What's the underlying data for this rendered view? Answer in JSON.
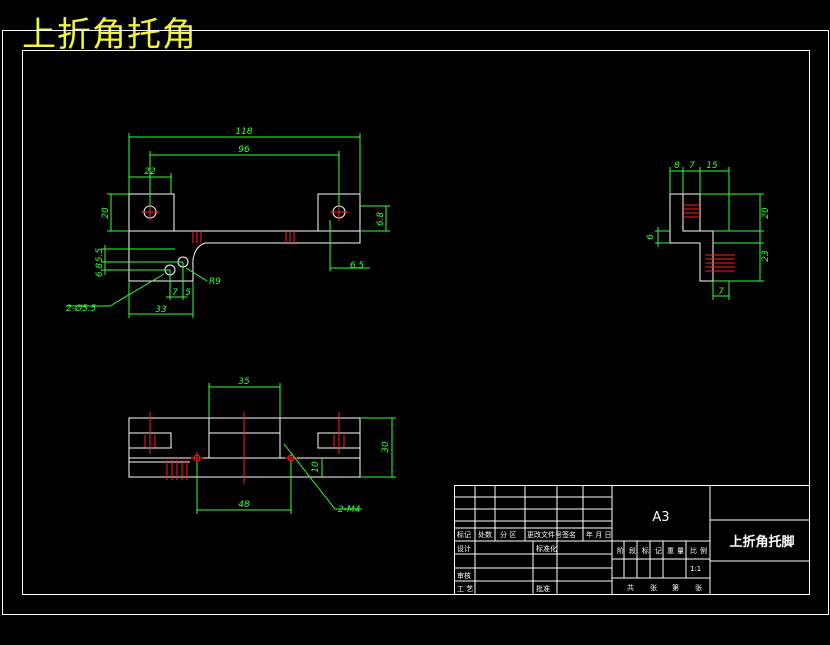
{
  "drawing_title": "上折角托角",
  "front_view": {
    "dims": {
      "overall_width": "118",
      "hole_spacing": "96",
      "hole_offset": "22",
      "height_20": "20",
      "height_6_8": "6.8",
      "width_6_5": "6.5",
      "slot_5_5": "5.5",
      "slot_6_8": "6.8",
      "seven": "7",
      "five": "5",
      "radius": "R9",
      "holes": "2-Ø5.5",
      "slot_from_edge": "33"
    }
  },
  "side_view": {
    "dims": {
      "d8": "8",
      "d7": "7",
      "d15": "15",
      "d20": "20",
      "d6": "6",
      "d23": "23",
      "d7b": "7"
    }
  },
  "top_view": {
    "dims": {
      "d35": "35",
      "d30": "30",
      "d10": "10",
      "d48": "48",
      "threads": "2-M4"
    }
  },
  "title_block": {
    "sheet_size": "A3",
    "part_name": "上折角托脚",
    "scale": "1:1",
    "row_labels": {
      "mark": "标记",
      "count": "处数",
      "zone": "分 区",
      "doc_no": "更改文件号",
      "signature": "签名",
      "date": "年 月 日",
      "design": "设计",
      "standardize": "标准化",
      "review": "审核",
      "process": "工 艺",
      "approve": "批准"
    },
    "stage_labels": [
      "阶",
      "段",
      "标",
      "记",
      "重",
      "量",
      "比",
      "例"
    ],
    "sheet_labels": [
      "共",
      "张",
      "第",
      "张"
    ]
  }
}
